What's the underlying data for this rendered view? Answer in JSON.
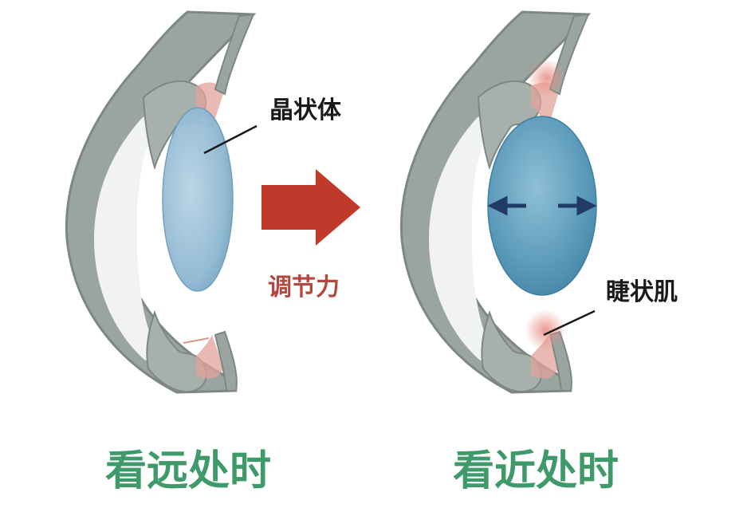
{
  "labels": {
    "lens": "晶状体",
    "ciliary": "睫状肌",
    "accommodation": "调节力",
    "far": "看远处时",
    "near": "看近处时"
  },
  "colors": {
    "outer_shell": "#9aa5a0",
    "shell_stroke": "#7d8883",
    "inner_gray": "#a7b0ab",
    "cornea_fill": "#f1f2f3",
    "lens_light": "#a9c9dd",
    "lens_dark": "#4f8fb0",
    "ciliary_pink": "#e2a39b",
    "arrow_red": "#c0392b",
    "accommodation_text": "#b5473f",
    "caption_green": "#3f9a6a",
    "pointer_line": "#1a1a1a",
    "small_arrows": "#1f3b66"
  }
}
